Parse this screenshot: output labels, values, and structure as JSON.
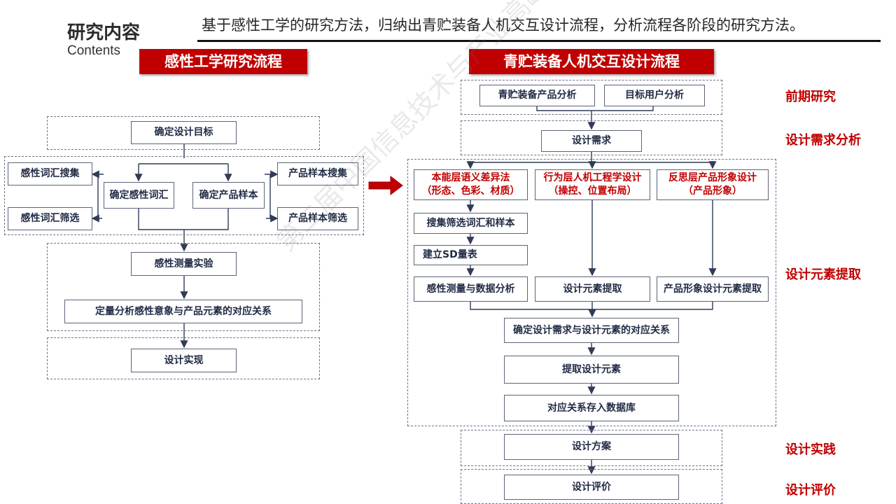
{
  "header": {
    "title_cn": "研究内容",
    "title_en": "Contents",
    "headline": "基于感性工学的研究方法，归纳出青贮装备人机交互设计流程，分析流程各阶段的研究方法。"
  },
  "left": {
    "banner": "感性工学研究流程",
    "boxes": {
      "goal": "确定设计目标",
      "vocab_collect": "感性词汇搜集",
      "vocab_filter": "感性词汇筛选",
      "vocab_confirm": "确定感性词汇",
      "sample_confirm": "确定产品样本",
      "sample_collect": "产品样本搜集",
      "sample_filter": "产品样本筛选",
      "experiment": "感性测量实验",
      "analysis": "定量分析感性意象与产品元素的对应关系",
      "implement": "设计实现"
    }
  },
  "right": {
    "banner": "青贮装备人机交互设计流程",
    "boxes": {
      "product_analysis": "青贮装备产品分析",
      "user_analysis": "目标用户分析",
      "requirement": "设计需求",
      "visceral_title": "本能层语义差异法",
      "visceral_sub": "（形态、色彩、材质）",
      "behavioral_title": "行为层人机工程学设计",
      "behavioral_sub": "（操控、位置布局）",
      "reflective_title": "反思层产品形象设计",
      "reflective_sub": "（产品形象）",
      "collect_filter": "搜集筛选词汇和样本",
      "sd_scale": "建立SD量表",
      "measure": "感性测量与数据分析",
      "element_extract": "设计元素提取",
      "image_extract": "产品形象设计元素提取",
      "relation": "确定设计需求与设计元素的对应关系",
      "extract": "提取设计元素",
      "store": "对应关系存入数据库",
      "scheme": "设计方案",
      "evaluation": "设计评价"
    },
    "stages": {
      "early": "前期研究",
      "needs": "设计需求分析",
      "elements": "设计元素提取",
      "practice": "设计实践",
      "evaluation": "设计评价"
    }
  },
  "watermark": "第二届中国信息技术与产业高峰论坛",
  "colors": {
    "accent": "#c00000",
    "line": "#2f3b57",
    "box_border": "#5a6478"
  }
}
